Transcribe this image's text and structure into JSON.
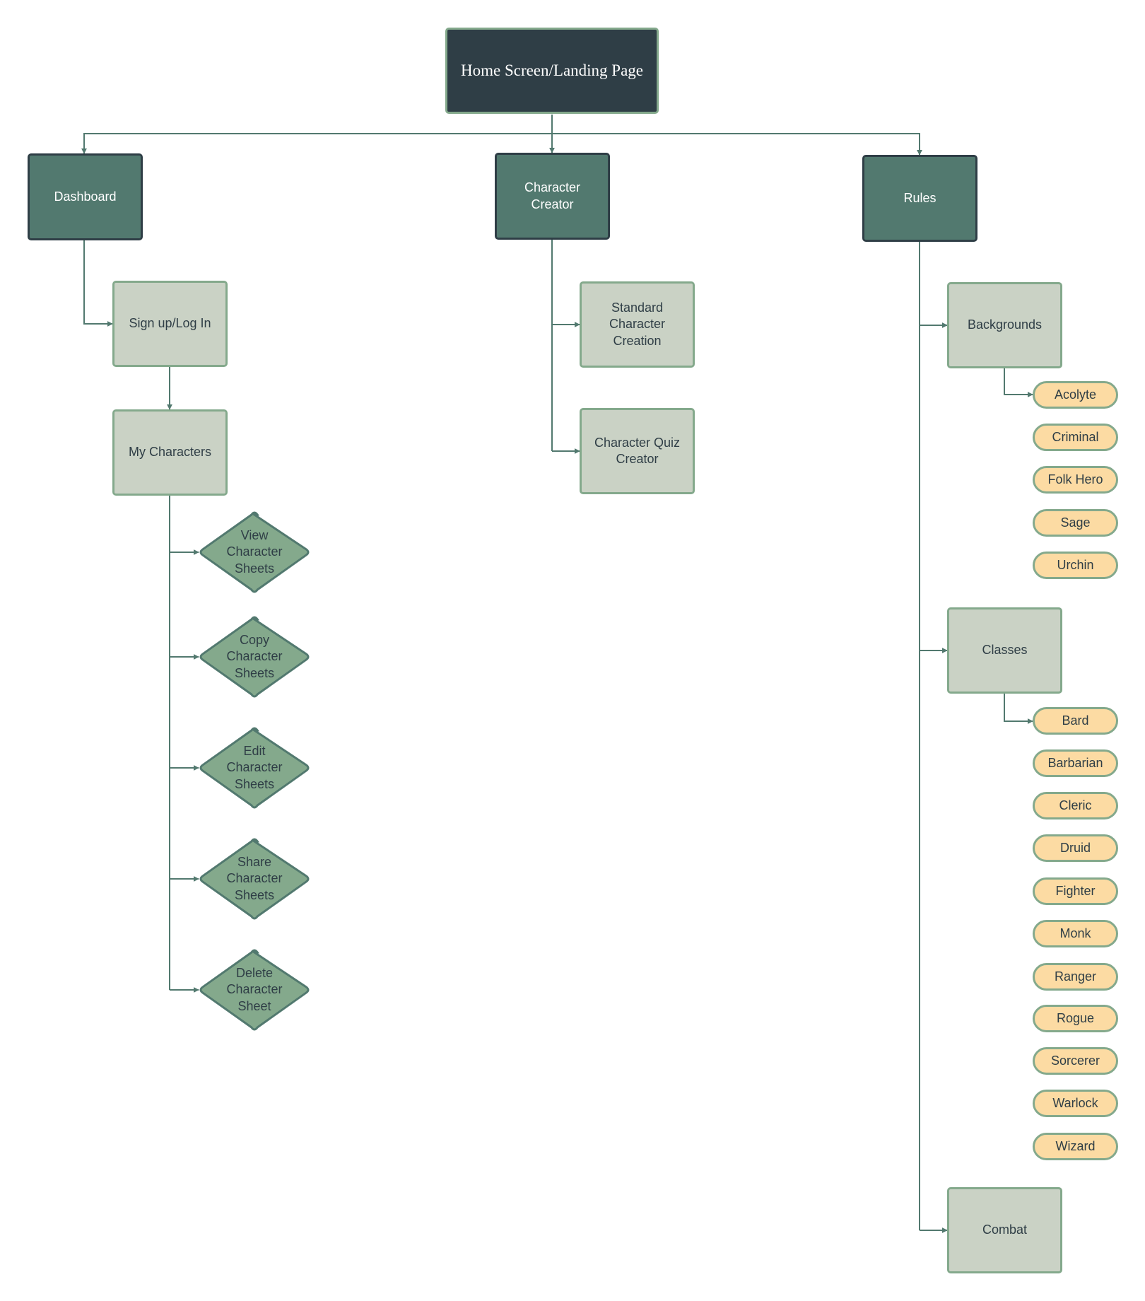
{
  "root": {
    "label": "Home Screen/Landing Page"
  },
  "sections": {
    "dashboard": {
      "label": "Dashboard"
    },
    "character_creator": {
      "label": "Character\nCreator"
    },
    "rules": {
      "label": "Rules"
    }
  },
  "dashboard_children": {
    "signup": "Sign up/Log In",
    "my_characters": "My Characters",
    "actions": [
      "View\nCharacter\nSheets",
      "Copy\nCharacter\nSheets",
      "Edit\nCharacter\nSheets",
      "Share\nCharacter\nSheets",
      "Delete\nCharacter\nSheet"
    ]
  },
  "creator_children": {
    "standard": "Standard\nCharacter\nCreation",
    "quiz": "Character Quiz\nCreator"
  },
  "rules_children": {
    "backgrounds": {
      "label": "Backgrounds",
      "items": [
        "Acolyte",
        "Criminal",
        "Folk Hero",
        "Sage",
        "Urchin"
      ]
    },
    "classes": {
      "label": "Classes",
      "items": [
        "Bard",
        "Barbarian",
        "Cleric",
        "Druid",
        "Fighter",
        "Monk",
        "Ranger",
        "Rogue",
        "Sorcerer",
        "Warlock",
        "Wizard"
      ]
    },
    "combat": {
      "label": "Combat"
    }
  },
  "colors": {
    "root_fill": "#2f3e46",
    "section_fill": "#52796f",
    "sub_fill": "#cad2c5",
    "diamond_fill": "#84a98c",
    "pill_fill": "#fcdba3",
    "connector": "#52796f"
  }
}
